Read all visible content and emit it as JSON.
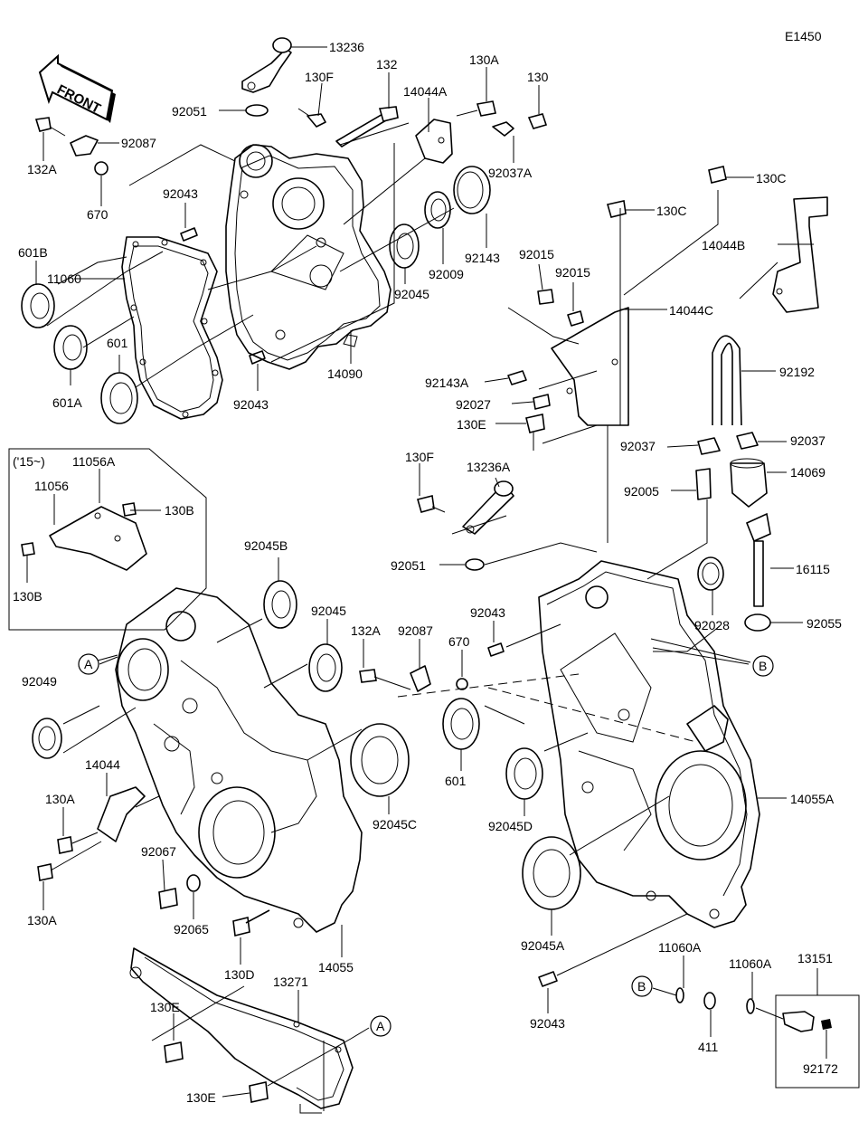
{
  "diagram_code": "E1450",
  "front_label": "FRONT",
  "year_note": "('15~)",
  "callouts": {
    "ref_a": "A",
    "ref_b": "B"
  },
  "part_numbers": {
    "p13236": "13236",
    "p130F_top": "130F",
    "p132": "132",
    "p130A_top": "130A",
    "p130_top": "130",
    "p92051_top": "92051",
    "p14044A": "14044A",
    "p92087_top": "92087",
    "p132A_top": "132A",
    "p670_top": "670",
    "p92037A": "92037A",
    "p92043_a": "92043",
    "p601B": "601B",
    "p11060": "11060",
    "p601": "601",
    "p601A": "601A",
    "p92043_b": "92043",
    "p14090": "14090",
    "p92045_top": "92045",
    "p92009": "92009",
    "p92143": "92143",
    "p92015_a": "92015",
    "p92015_b": "92015",
    "p130C_a": "130C",
    "p130C_b": "130C",
    "p14044B": "14044B",
    "p14044C": "14044C",
    "p92143A": "92143A",
    "p92027": "92027",
    "p130E_mid": "130E",
    "p92192": "92192",
    "p92037_a": "92037",
    "p92037_b": "92037",
    "p14069": "14069",
    "p92005": "92005",
    "p16115": "16115",
    "p130F_mid": "130F",
    "p13236A": "13236A",
    "p92051_mid": "92051",
    "p11056A": "11056A",
    "p11056": "11056",
    "p130B_a": "130B",
    "p130B_b": "130B",
    "p92045B": "92045B",
    "p92045_mid": "92045",
    "p132A_mid": "132A",
    "p92087_mid": "92087",
    "p670_mid": "670",
    "p92043_mid": "92043",
    "p92028": "92028",
    "p92055": "92055",
    "p92049": "92049",
    "p14044": "14044",
    "p130A_a": "130A",
    "p130A_b": "130A",
    "p601_mid": "601",
    "p92045C": "92045C",
    "p92045D": "92045D",
    "p14055A": "14055A",
    "p92067": "92067",
    "p92065": "92065",
    "p130D": "130D",
    "p14055": "14055",
    "p92045A": "92045A",
    "p11060A_a": "11060A",
    "p11060A_b": "11060A",
    "p13151": "13151",
    "p13271": "13271",
    "p130E_a": "130E",
    "p130E_b": "130E",
    "p92043_bot": "92043",
    "p411": "411",
    "p92172": "92172"
  }
}
